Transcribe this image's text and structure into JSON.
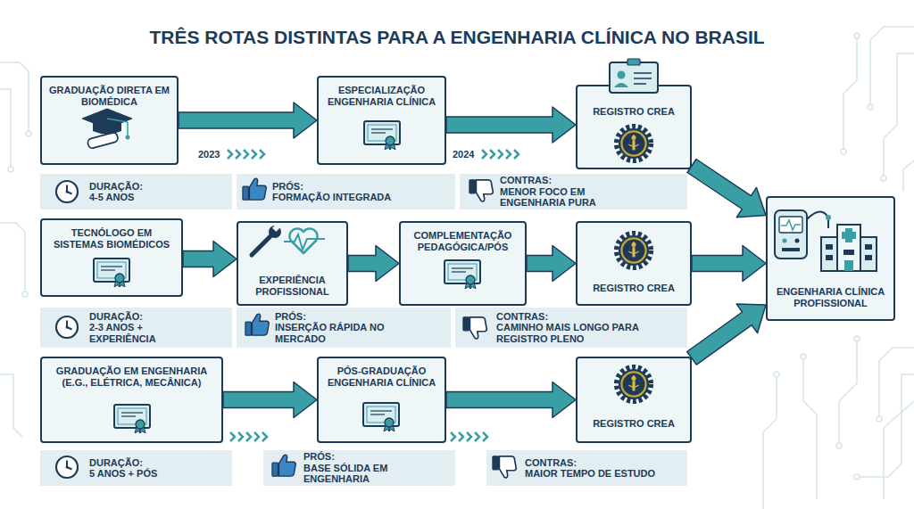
{
  "diagram": {
    "title": "TRÊS ROTAS DISTINTAS PARA A ENGENHARIA CLÍNICA NO BRASIL",
    "nodes": [
      {
        "text": [
          "GRADUAÇÃO DIRETA EM BIOMÉDICA"
        ]
      },
      {
        "text": [
          "ESPECIALIZAÇÃO ENGENHARIA CLÍNICA"
        ]
      },
      {
        "text": [
          "REGISTRO CREA"
        ]
      },
      {
        "text": [
          "DURAÇÃO:",
          "4-5 ANOS"
        ]
      },
      {
        "text": [
          "PRÓS:",
          "FORMAÇÃO INTEGRADA"
        ]
      },
      {
        "text": [
          "CONTRAS:",
          "MENOR FOCO EM ENGENHARIA PURA"
        ]
      },
      {
        "text": [
          "TECNÓLOGO EM SISTEMAS BIOMÉDICOS"
        ]
      },
      {
        "text": [
          "EXPERIÊNCIA PROFISSIONAL"
        ]
      },
      {
        "text": [
          "COMPLEMENTAÇÃO PEDAGÓGICA/PÓS"
        ]
      },
      {
        "text": [
          "REGISTRO CREA"
        ]
      },
      {
        "text": [
          "DURAÇÃO:",
          "2-3 ANOS + EXPERIÊNCIA"
        ]
      },
      {
        "text": [
          "PRÓS:",
          "INSERÇÃO RÁPIDA NO MERCADO"
        ]
      },
      {
        "text": [
          "CONTRAS:",
          "CAMINHO MAIS LONGO PARA REGISTRO PLENO"
        ]
      },
      {
        "text": [
          "GRADUAÇÃO EM ENGENHARIA (E.G., ELÉTRICA, MECÂNICA)"
        ]
      },
      {
        "text": [
          "PÓS-GRADUAÇÃO ENGENHARIA CLÍNICA"
        ]
      },
      {
        "text": [
          "REGISTRO CREA"
        ]
      },
      {
        "text": [
          "DURAÇÃO:",
          "5 ANOS + PÓS"
        ]
      },
      {
        "text": [
          "PRÓS:",
          "BASE SÓLIDA EM ENGENHARIA"
        ]
      },
      {
        "text": [
          "CONTRAS:",
          "MAIOR TEMPO DE ESTUDO"
        ]
      },
      {
        "text": [
          "ENGENHARIA CLÍNICA PROFISSIONAL"
        ]
      }
    ],
    "edges": [
      {
        "from": 0,
        "to": 1,
        "arrow": "to"
      },
      {
        "from": 1,
        "to": 2,
        "arrow": "to"
      },
      {
        "from": 2,
        "to": 19,
        "arrow": "to"
      },
      {
        "from": 6,
        "to": 7,
        "arrow": "to"
      },
      {
        "from": 7,
        "to": 8,
        "arrow": "to"
      },
      {
        "from": 8,
        "to": 9,
        "arrow": "to"
      },
      {
        "from": 9,
        "to": 19,
        "arrow": "to"
      },
      {
        "from": 13,
        "to": 14,
        "arrow": "to"
      },
      {
        "from": 14,
        "to": 15,
        "arrow": "to"
      },
      {
        "from": 15,
        "to": 19,
        "arrow": "to"
      }
    ],
    "labels": [
      "2023",
      "2024"
    ]
  }
}
